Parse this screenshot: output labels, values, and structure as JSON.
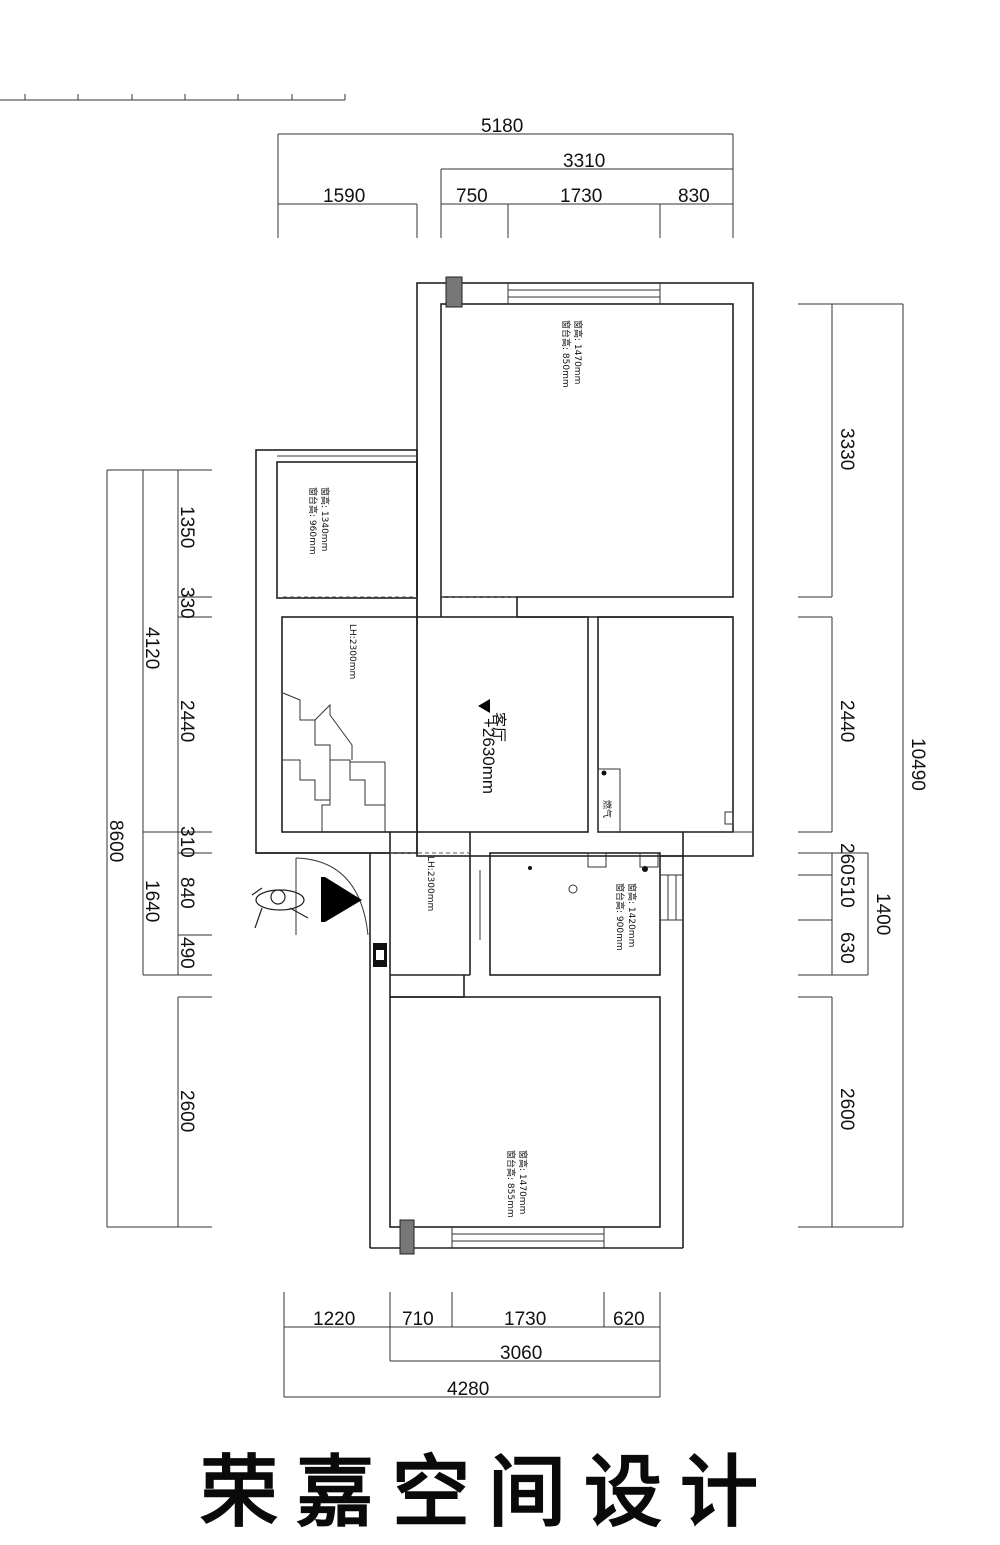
{
  "brand": {
    "text": "荣嘉空间设计"
  },
  "dimensions": {
    "top_total": "5180",
    "top_sub": "3310",
    "top_segments": [
      "1590",
      "750",
      "1730",
      "830"
    ],
    "bottom_segments": [
      "1220",
      "710",
      "1730",
      "620"
    ],
    "bottom_sub": "3060",
    "bottom_total": "4280",
    "left_outer": "8600",
    "left_mid": [
      "4120",
      "1640"
    ],
    "left_inner": [
      "1350",
      "330",
      "2440",
      "310",
      "840",
      "490",
      "2600"
    ],
    "right_total": "10490",
    "right_inner": [
      "3330",
      "2440",
      "260",
      "510",
      "630",
      "2600"
    ],
    "right_mid": "1400"
  },
  "annotations": {
    "room_top_right_1": "窗台高: 850mm",
    "room_top_right_2": "窗高: 1470mm",
    "room_top_left_1": "窗台高: 960mm",
    "room_top_left_2": "窗高: 1340mm",
    "lh_upper": "LH:2300mm",
    "lh_lower": "LH:2300mm",
    "living_name": "客厅",
    "living_level": "+2630mm",
    "kitchen_1": "窗台高: 900mm",
    "kitchen_2": "窗高: 1420mm",
    "room_bottom_1": "窗台高: 855mm",
    "room_bottom_2": "窗高: 1470mm",
    "gas_label": "燃气"
  },
  "icons": [
    "entry-arrow-icon",
    "person-figure-icon"
  ]
}
